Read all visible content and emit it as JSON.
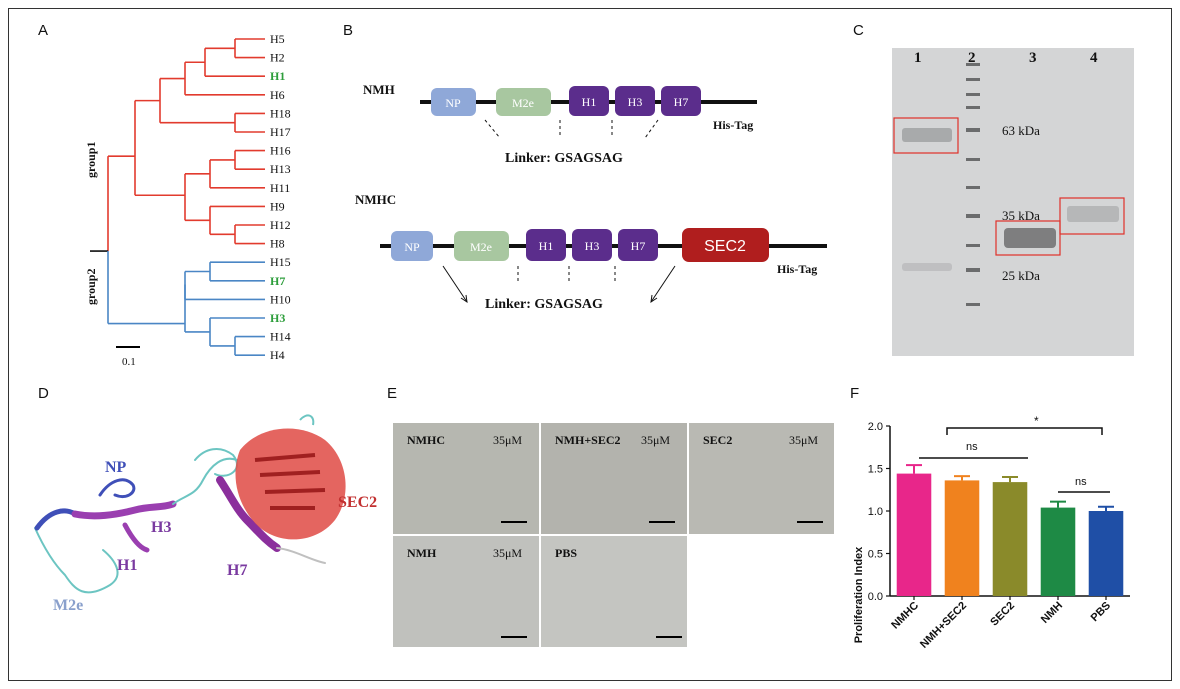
{
  "panels": {
    "A": "A",
    "B": "B",
    "C": "C",
    "D": "D",
    "E": "E",
    "F": "F"
  },
  "tree": {
    "leaves": [
      "H5",
      "H2",
      "H1",
      "H6",
      "H18",
      "H17",
      "H16",
      "H13",
      "H11",
      "H9",
      "H12",
      "H8",
      "H15",
      "H7",
      "H10",
      "H3",
      "H14",
      "H4"
    ],
    "highlighted": [
      "H1",
      "H7",
      "H3"
    ],
    "group1": "group1",
    "group2": "group2",
    "scale": "0.1",
    "colors": {
      "group1": "#e23b2e",
      "group2": "#4a86c5",
      "highlight": "#2e9e3c"
    }
  },
  "constructs": {
    "nmh_title": "NMH",
    "nmhc_title": "NMHC",
    "np": "NP",
    "m2e": "M2e",
    "h1": "H1",
    "h3": "H3",
    "h7": "H7",
    "sec2": "SEC2",
    "his_tag": "His-Tag",
    "linker": "Linker: GSAGSAG",
    "colors": {
      "np": "#8fa8d8",
      "m2e": "#a8c7a0",
      "h": "#5b2d8c",
      "sec2": "#b01e1e"
    }
  },
  "gel": {
    "lanes": [
      "1",
      "2",
      "3",
      "4"
    ],
    "markers": [
      "63 kDa",
      "35 kDa",
      "25 kDa"
    ]
  },
  "structure": {
    "np": "NP",
    "m2e": "M2e",
    "h1": "H1",
    "h3": "H3",
    "h7": "H7",
    "sec2": "SEC2"
  },
  "micrographs": [
    {
      "label": "NMHC",
      "conc": "35μM"
    },
    {
      "label": "NMH+SEC2",
      "conc": "35μM"
    },
    {
      "label": "SEC2",
      "conc": "35μM"
    },
    {
      "label": "NMH",
      "conc": "35μM"
    },
    {
      "label": "PBS",
      "conc": ""
    }
  ],
  "chart_data": {
    "type": "bar",
    "categories": [
      "NMHC",
      "NMH+SEC2",
      "SEC2",
      "NMH",
      "PBS"
    ],
    "values": [
      1.44,
      1.36,
      1.34,
      1.04,
      1.0
    ],
    "errors": [
      0.1,
      0.05,
      0.06,
      0.07,
      0.05
    ],
    "colors": [
      "#e8268a",
      "#f0821e",
      "#8a8a2a",
      "#1e8a45",
      "#1f4fa6"
    ],
    "ylabel": "Proliferation Index",
    "ylim": [
      0,
      2.0
    ],
    "yticks": [
      "0.0",
      "0.5",
      "1.0",
      "1.5",
      "2.0"
    ],
    "annotations": [
      "ns",
      "*",
      "ns"
    ]
  }
}
